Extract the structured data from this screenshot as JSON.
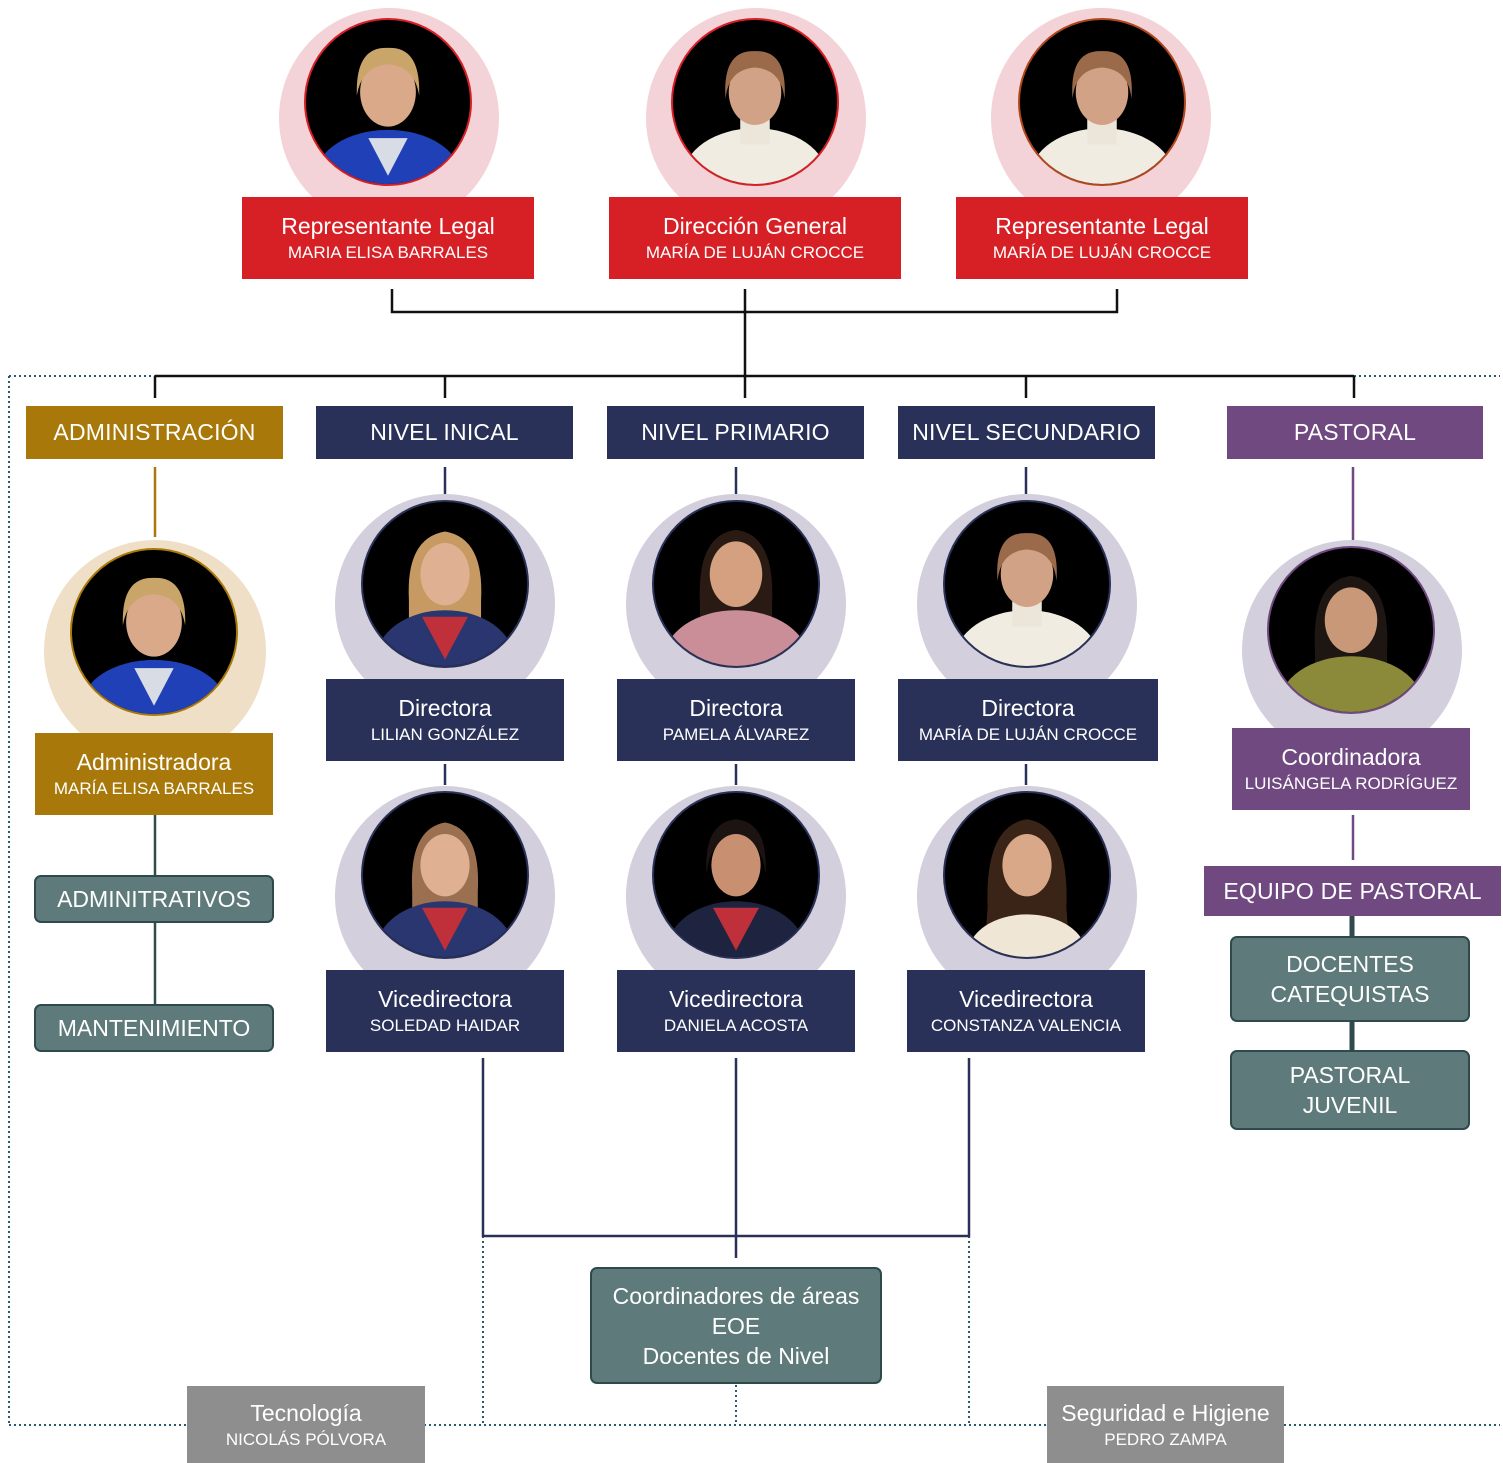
{
  "colors": {
    "red": "#d71f26",
    "navy": "#2a3158",
    "gold": "#a8790a",
    "purple": "#6f4980",
    "teal": "#5e7a7a",
    "gray": "#8e8e8e",
    "pink_halo": "#f3d3d7",
    "lavender_halo": "#d3cfdc",
    "beige_halo": "#efdfc6"
  },
  "top": [
    {
      "role": "Representante Legal",
      "name": "MARIA ELISA BARRALES",
      "photo_icon": "portrait-blue-blouse"
    },
    {
      "role": "Dirección General",
      "name": "MARÍA DE LUJÁN CROCCE",
      "photo_icon": "portrait-white-sweater"
    },
    {
      "role": "Representante Legal",
      "name": "MARÍA DE LUJÁN CROCCE",
      "photo_icon": "portrait-white-sweater"
    }
  ],
  "departments": [
    "ADMINISTRACIÓN",
    "NIVEL INICAL",
    "NIVEL PRIMARIO",
    "NIVEL SECUNDARIO",
    "PASTORAL"
  ],
  "administration": {
    "role": "Administradora",
    "name": "MARÍA ELISA BARRALES",
    "units": [
      "ADMINITRATIVOS",
      "MANTENIMIENTO"
    ]
  },
  "levels": [
    {
      "director_role": "Directora",
      "director_name": "LILIAN GONZÁLEZ",
      "vice_role": "Vicedirectora",
      "vice_name": "SOLEDAD HAIDAR"
    },
    {
      "director_role": "Directora",
      "director_name": "PAMELA ÁLVAREZ",
      "vice_role": "Vicedirectora",
      "vice_name": "DANIELA ACOSTA"
    },
    {
      "director_role": "Directora",
      "director_name": "MARÍA DE LUJÁN CROCCE",
      "vice_role": "Vicedirectora",
      "vice_name": "CONSTANZA VALENCIA"
    }
  ],
  "pastoral": {
    "role": "Coordinadora",
    "name": "LUISÁNGELA RODRÍGUEZ",
    "team": "EQUIPO DE PASTORAL",
    "units": [
      [
        "DOCENTES",
        "CATEQUISTAS"
      ],
      [
        "PASTORAL",
        "JUVENIL"
      ]
    ]
  },
  "coordinators": [
    "Coordinadores de áreas",
    "EOE",
    "Docentes de Nivel"
  ],
  "bottom": [
    {
      "role": "Tecnología",
      "name": "NICOLÁS PÓLVORA"
    },
    {
      "role": "Seguridad e Higiene",
      "name": "PEDRO ZAMPA"
    }
  ]
}
